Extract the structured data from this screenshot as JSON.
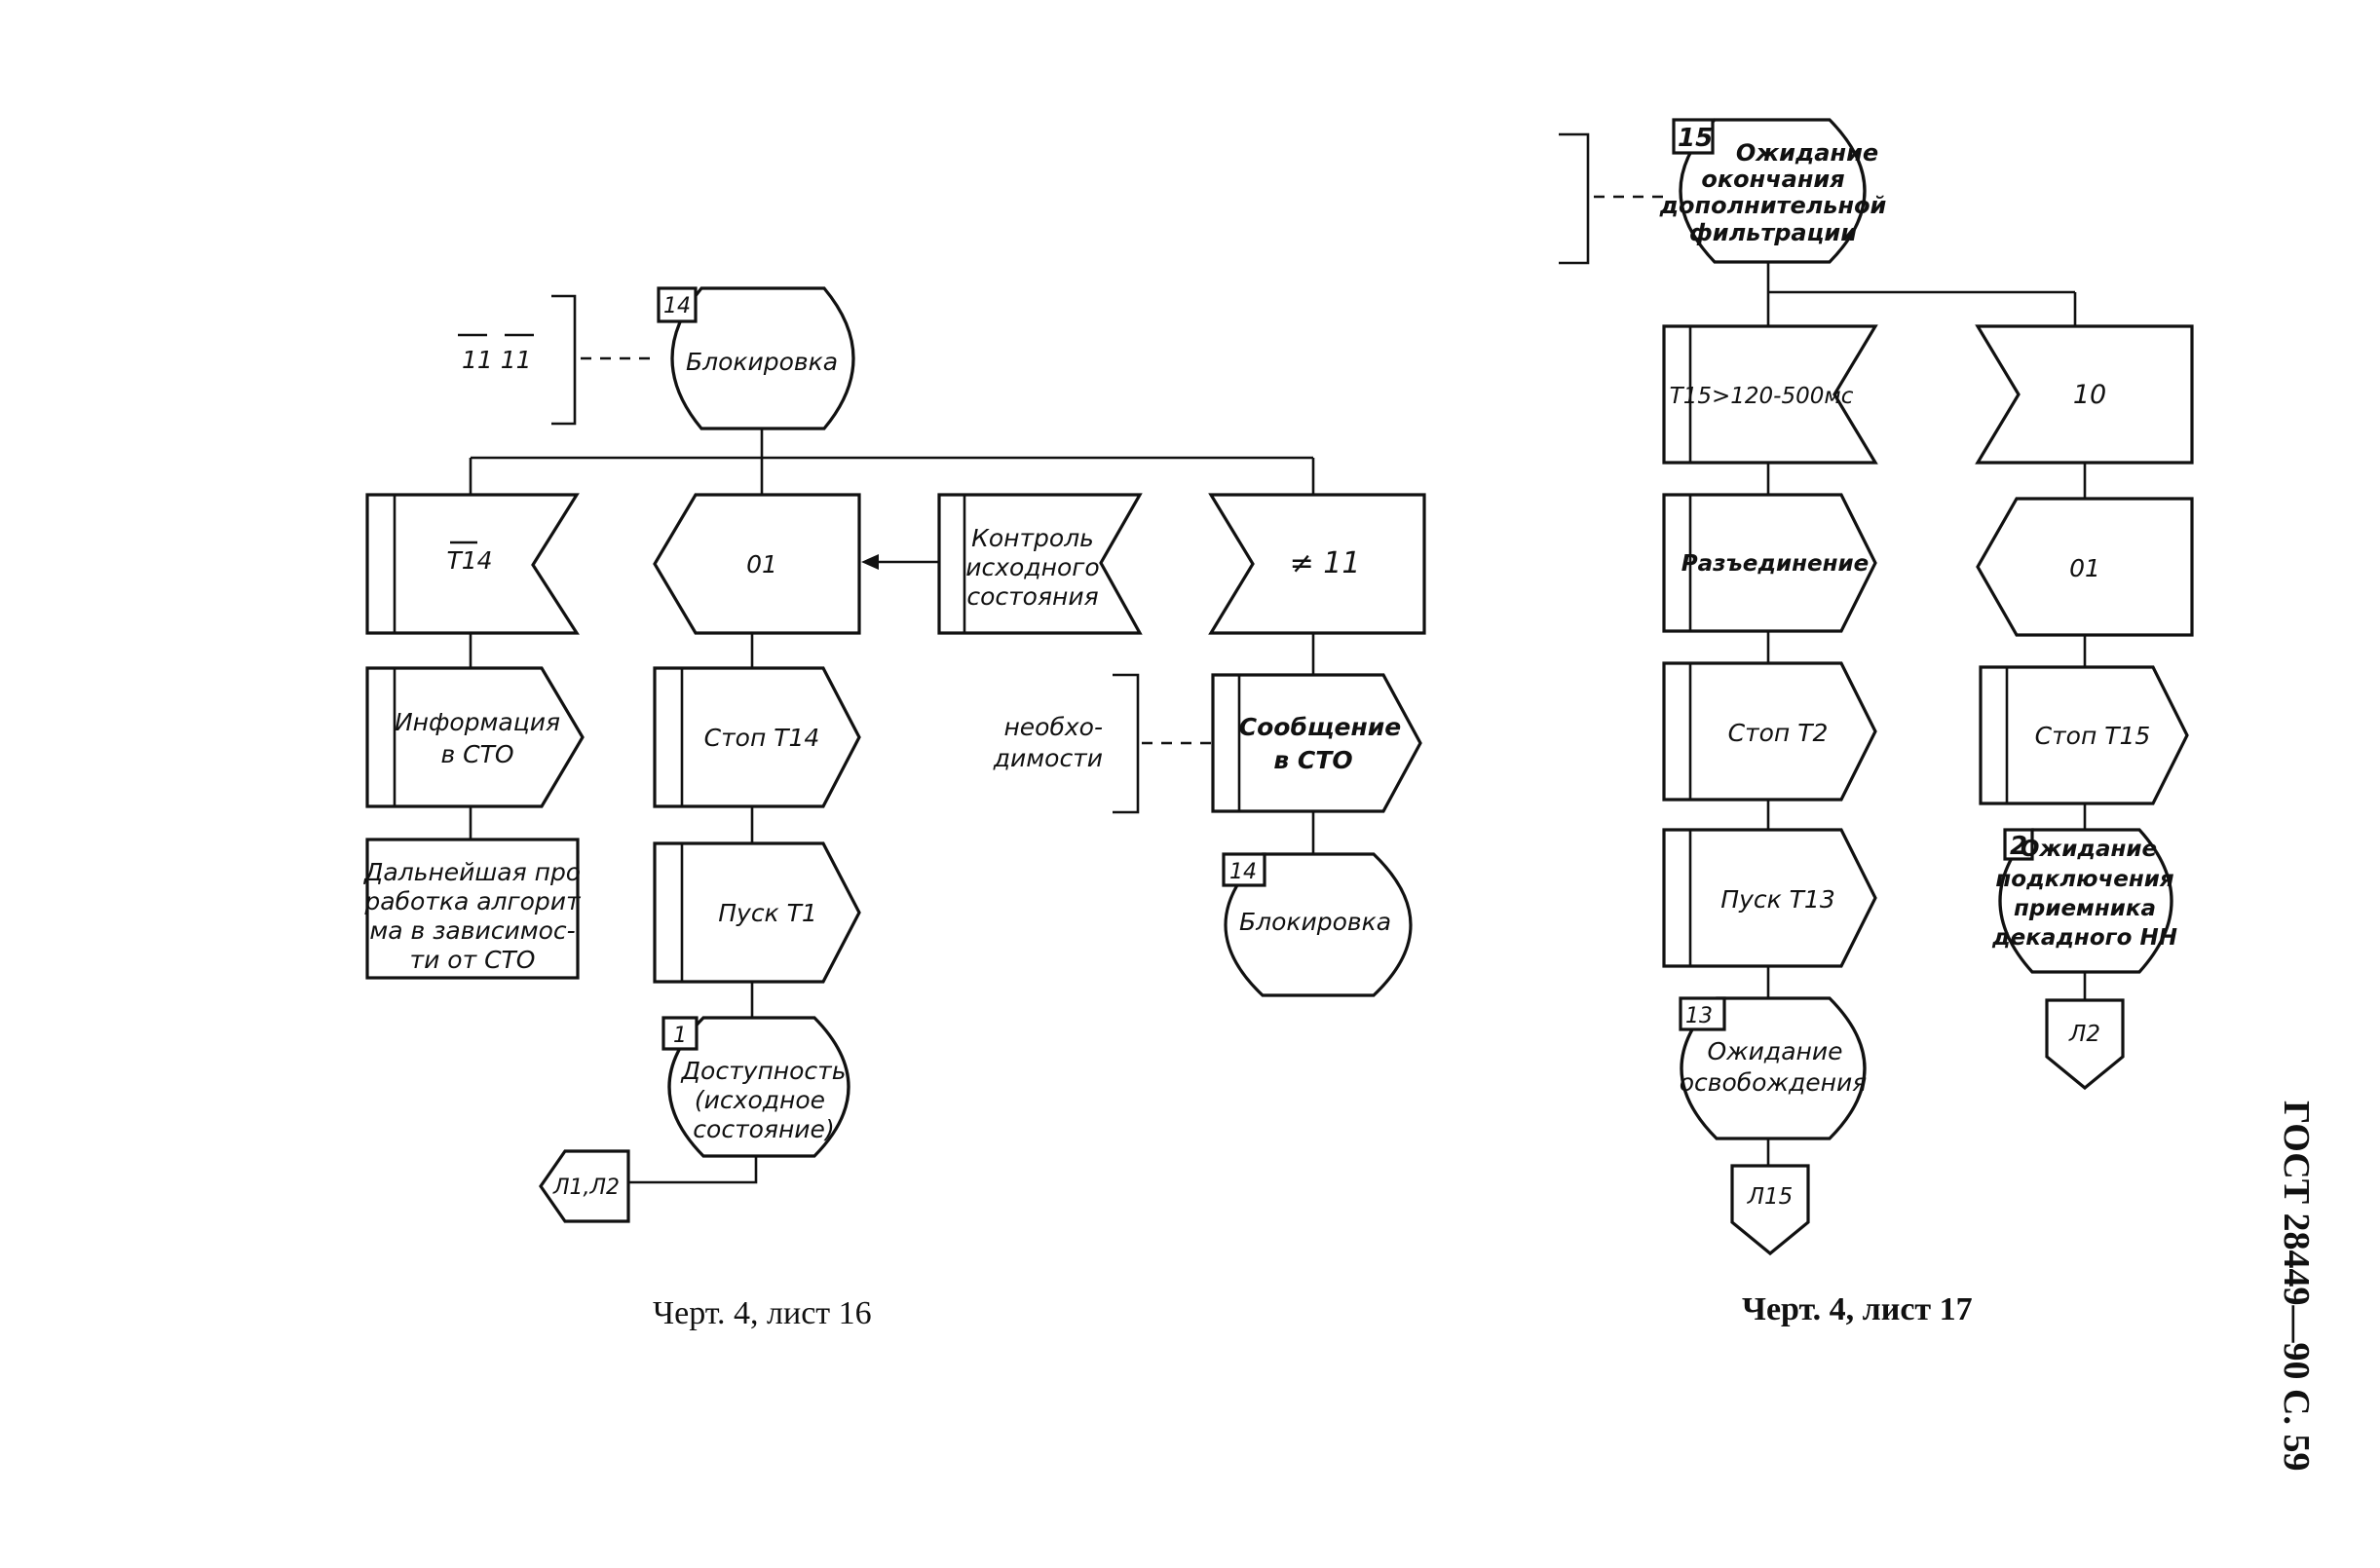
{
  "sheet16": {
    "state_14": {
      "number": "14",
      "label": "Блокировка"
    },
    "input_11": "11  11",
    "t14_signal": "T14",
    "info_sto": [
      "Информация",
      "в СТО"
    ],
    "further_processing": [
      "Дальнейшая про",
      "работка алгорит",
      "ма в зависимос-",
      "ти от СТО"
    ],
    "out_01": "01",
    "control_initial": [
      "Контроль",
      "исходного",
      "состояния"
    ],
    "stop_t14": "Стоп Т14",
    "start_t1": "Пуск Т1",
    "state_1": {
      "number": "1",
      "label": [
        "Доступность",
        "(исходное",
        "состояние)"
      ]
    },
    "connector_l1_l2": "Л1,Л2",
    "not_11": "≠ 11",
    "necessity_note": [
      "необхо-",
      "димости"
    ],
    "message_sto": [
      "Сообщение",
      "в СТО"
    ],
    "state_14_end": {
      "number": "14",
      "label": "Блокировка"
    },
    "caption": "Черт. 4, лист 16"
  },
  "sheet17": {
    "state_15": {
      "number": "15",
      "label": [
        "Ожидание",
        "окончания",
        "дополнительной",
        "фильтрации"
      ]
    },
    "t15_condition": "Т15>120-500мс",
    "disconnect": "Разъединение",
    "stop_t2": "Стоп Т2",
    "start_t13": "Пуск Т13",
    "state_13": {
      "number": "13",
      "label": [
        "Ожидание",
        "освобождения"
      ]
    },
    "connector_l15": "Л15",
    "in_10": "10",
    "out_01": "01",
    "stop_t15": "Стоп Т15",
    "state_2": {
      "number": "2",
      "label": [
        "Ожидание",
        "подключения",
        "приемника",
        "декадного НН"
      ]
    },
    "connector_l2": "Л2",
    "caption": "Черт. 4, лист 17"
  },
  "side_label": "ГОСТ 28449—90 С. 59"
}
